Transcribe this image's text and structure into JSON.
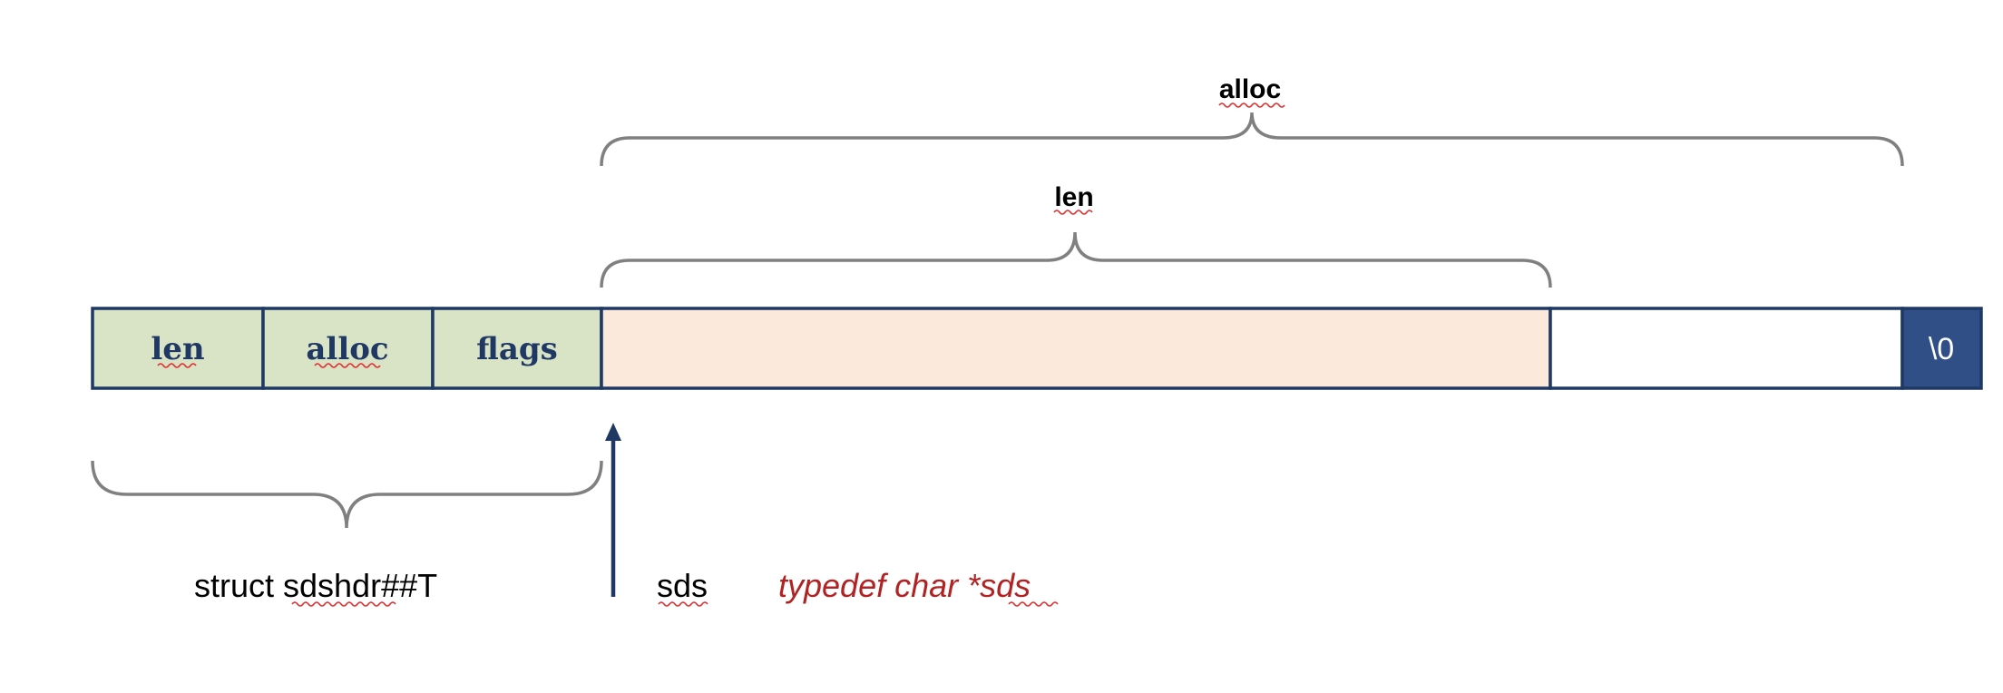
{
  "diagram": {
    "header_cells": {
      "len": "len",
      "alloc": "alloc",
      "flags": "flags"
    },
    "terminator": "\\0",
    "brace_labels": {
      "alloc": "alloc",
      "len": "len"
    },
    "labels": {
      "struct": "struct sdshdr##T",
      "sds": "sds",
      "typedef": "typedef char *sds"
    },
    "colors": {
      "header_fill": "#d9e3c5",
      "header_text": "#1f3864",
      "buffer_fill": "#fbeadb",
      "border": "#1f3864",
      "terminator_fill": "#2f4f86",
      "brace": "#808080",
      "arrow": "#1f3864",
      "typedef_text": "#b22222"
    }
  }
}
